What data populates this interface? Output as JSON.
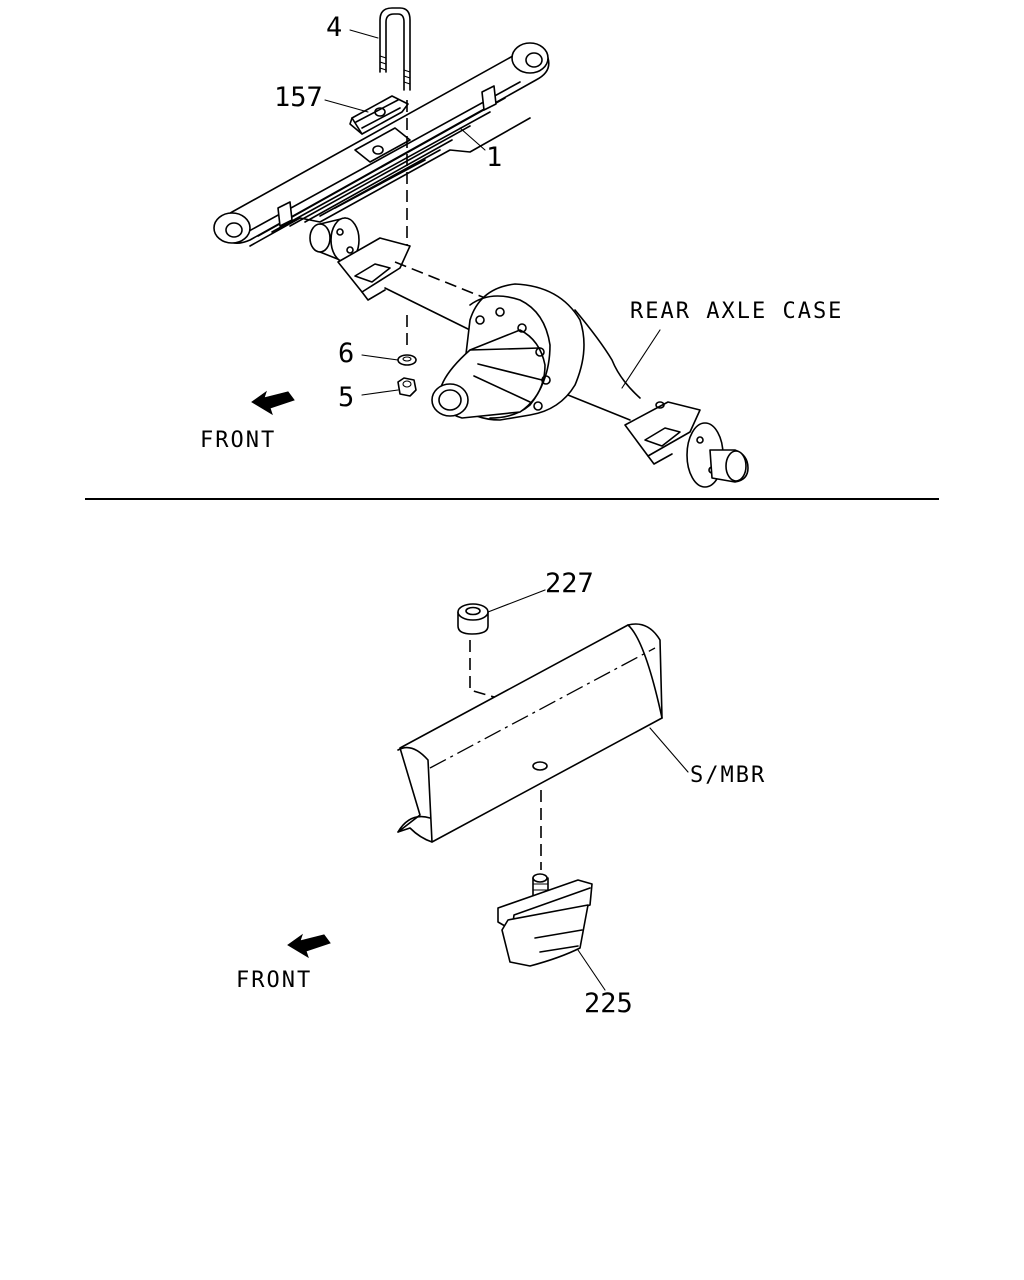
{
  "top_diagram": {
    "callouts": {
      "u_bolt": "4",
      "plate": "157",
      "leaf_spring": "1",
      "washer": "6",
      "nut": "5"
    },
    "rear_axle_case_label": "REAR AXLE CASE",
    "front_label": "FRONT"
  },
  "bottom_diagram": {
    "callouts": {
      "collar": "227",
      "stopper": "225"
    },
    "side_member_label": "S/MBR",
    "front_label": "FRONT"
  }
}
